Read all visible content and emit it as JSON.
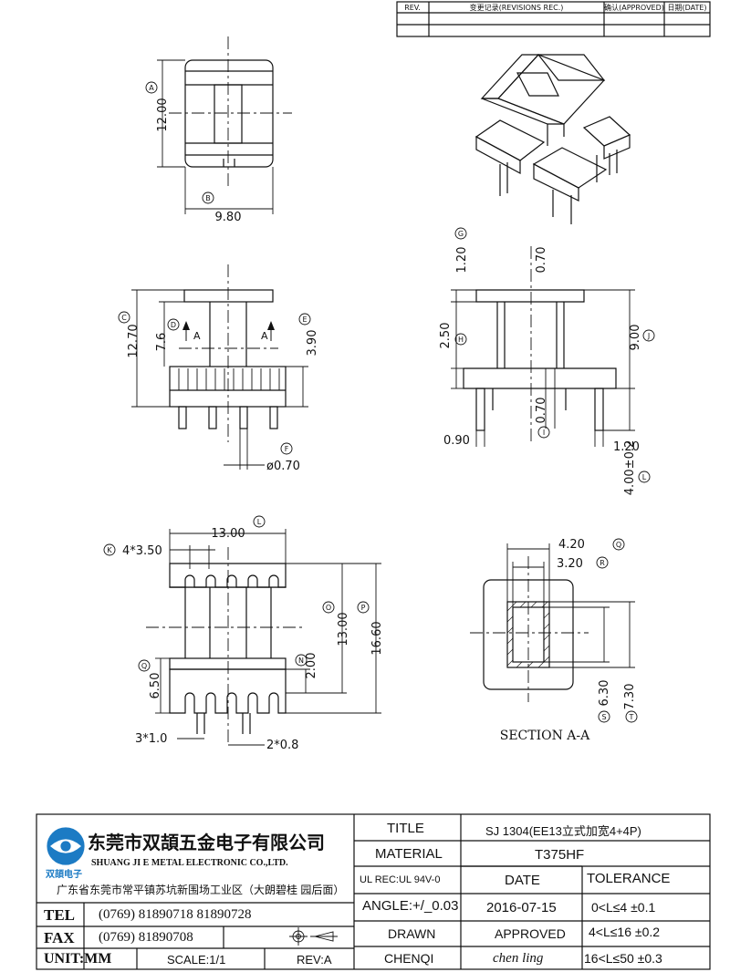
{
  "revision_table": {
    "headers": [
      "REV.",
      "变更记录(REVISIONS REC.)",
      "确认(APPROVED)",
      "日期(DATE)"
    ]
  },
  "top_view": {
    "dims": {
      "height": "12.00",
      "width": "9.80"
    },
    "markers": {
      "height": "A",
      "width": "B"
    }
  },
  "front_view": {
    "dims": {
      "overall_height": "12.70",
      "inner": "7.6",
      "base": "3.90",
      "pin_dia": "ø0.70"
    },
    "markers": {
      "overall": "C",
      "inner": "D",
      "base": "E",
      "pin": "F"
    },
    "section_arrows": [
      "A",
      "A"
    ]
  },
  "side_view": {
    "dims": {
      "flange_top": "1.20",
      "wall_top": "0.70",
      "flange_bottom": "2.50",
      "height": "9.00",
      "wall_bottom": "0.70",
      "left_offset": "0.90",
      "right_offset": "1.20",
      "pin_length": "4.00±0.2"
    },
    "markers": {
      "flange_top": "G",
      "flange_bottom": "H",
      "height": "J",
      "wall_bottom": "I",
      "pin_length": "L"
    }
  },
  "bottom_view": {
    "dims": {
      "width": "13.00",
      "slots": "4*3.50",
      "inner_len": "13.00",
      "overall_len": "16.60",
      "base": "6.50",
      "slot": "2.00",
      "pin_pitch": "3*1.0",
      "pin_w": "2*0.8"
    },
    "markers": {
      "width": "L",
      "slots": "K",
      "inner_len": "O",
      "overall_len": "P",
      "base": "Q",
      "slot": "N"
    }
  },
  "section_view": {
    "title": "SECTION A-A",
    "dims": {
      "outer_w": "4.20",
      "inner_w": "3.20",
      "inner_h": "6.30",
      "outer_h": "7.30"
    },
    "markers": {
      "outer_w": "Q",
      "inner_w": "R",
      "inner_h": "S",
      "outer_h": "T"
    }
  },
  "title_block": {
    "company_cn": "东莞市双頡五金电子有限公司",
    "company_en": "SHUANG JI E METAL ELECTRONIC CO.,LTD.",
    "logo_text": "双頡电子",
    "address": "广东省东莞市常平镇苏坑新围场工业区（大朗碧桂  园后面）",
    "tel_label": "TEL",
    "tel_value": "(0769)  81890718   81890728",
    "fax_label": "FAX",
    "fax_value": "(0769)  81890708",
    "unit": "UNIT:MM",
    "scale": "SCALE:1/1",
    "rev": "REV:A",
    "title_label": "TITLE",
    "title_value": "SJ 1304(EE13立式加宽4+4P)",
    "material_label": "MATERIAL",
    "material_value": "T375HF",
    "ul": "UL REC:UL 94V-0",
    "date_label": "DATE",
    "tolerance_label": "TOLERANCE",
    "angle": "ANGLE:+/_0.03",
    "date_value": "2016-07-15",
    "tol1": "0<L≤4   ±0.1",
    "drawn_label": "DRAWN",
    "approved_label": "APPROVED",
    "tol2": "4<L≤16  ±0.2",
    "checked_label": "CHENQI",
    "checked_value": "chen ling",
    "tol3": "16<L≤50  ±0.3"
  }
}
